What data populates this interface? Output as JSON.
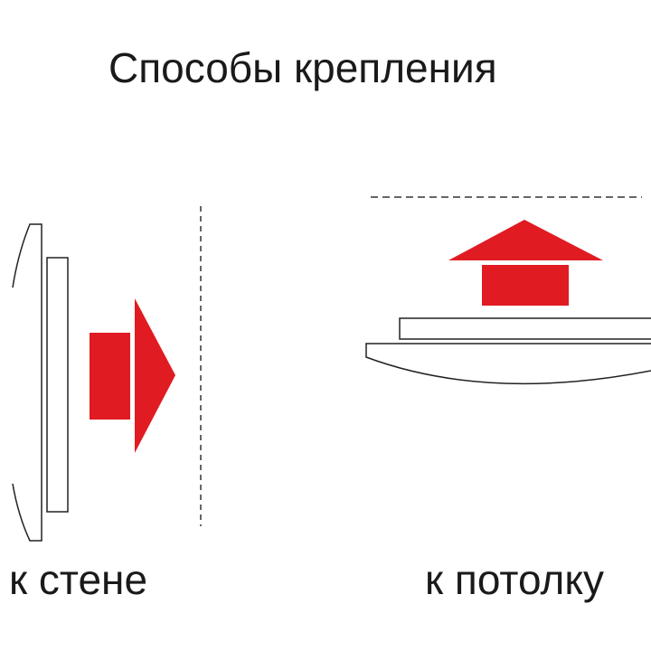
{
  "title": "Способы крепления",
  "labels": {
    "wall": "к стене",
    "ceiling": "к потолку"
  },
  "colors": {
    "arrow": "#e01b22",
    "outline": "#222222",
    "background": "#ffffff"
  }
}
